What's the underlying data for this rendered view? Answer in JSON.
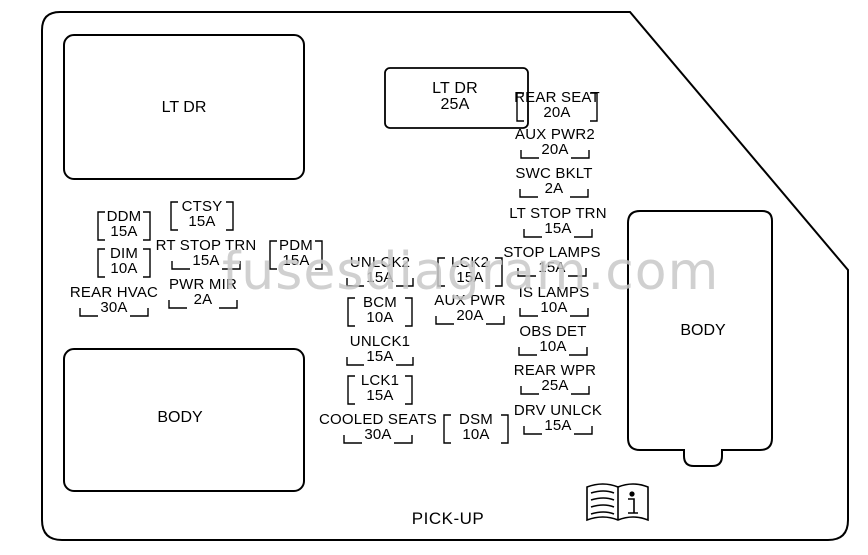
{
  "diagram": {
    "title": "PICK-UP",
    "watermark": "fusesdiagram.com",
    "relays": [
      {
        "name": "LT DR"
      },
      {
        "name": "BODY"
      },
      {
        "name": "BODY"
      }
    ],
    "circuit_breaker": {
      "name": "LT DR",
      "rating": "25A"
    },
    "fuses": [
      {
        "name": "DDM",
        "rating": "15A"
      },
      {
        "name": "CTSY",
        "rating": "15A"
      },
      {
        "name": "DIM",
        "rating": "10A"
      },
      {
        "name": "RT STOP TRN",
        "rating": "15A"
      },
      {
        "name": "PDM",
        "rating": "15A"
      },
      {
        "name": "REAR HVAC",
        "rating": "30A"
      },
      {
        "name": "PWR MIR",
        "rating": "2A"
      },
      {
        "name": "UNLCK2",
        "rating": "15A"
      },
      {
        "name": "LCK2",
        "rating": "15A"
      },
      {
        "name": "BCM",
        "rating": "10A"
      },
      {
        "name": "AUX PWR",
        "rating": "20A"
      },
      {
        "name": "UNLCK1",
        "rating": "15A"
      },
      {
        "name": "LCK1",
        "rating": "15A"
      },
      {
        "name": "COOLED SEATS",
        "rating": "30A"
      },
      {
        "name": "DSM",
        "rating": "10A"
      },
      {
        "name": "REAR SEAT",
        "rating": "20A"
      },
      {
        "name": "AUX PWR2",
        "rating": "20A"
      },
      {
        "name": "SWC BKLT",
        "rating": "2A"
      },
      {
        "name": "LT STOP TRN",
        "rating": "15A"
      },
      {
        "name": "STOP LAMPS",
        "rating": "15A"
      },
      {
        "name": "IS LAMPS",
        "rating": "10A"
      },
      {
        "name": "OBS DET",
        "rating": "10A"
      },
      {
        "name": "REAR WPR",
        "rating": "25A"
      },
      {
        "name": "DRV UNLCK",
        "rating": "15A"
      }
    ],
    "icon": "owners-manual-book-icon"
  }
}
